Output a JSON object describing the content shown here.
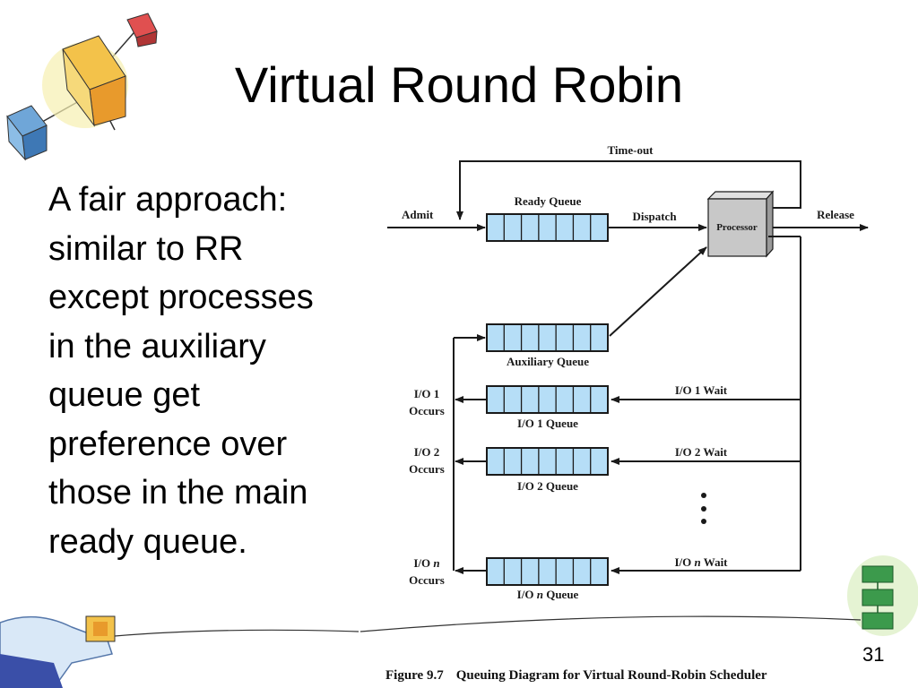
{
  "slide": {
    "title": "Virtual Round Robin",
    "body_lines": [
      "A fair approach:",
      "similar to RR",
      "except processes",
      "in the auxiliary",
      "queue get",
      "preference over",
      "those in the main",
      "ready queue."
    ],
    "slide_number": "31"
  },
  "diagram": {
    "time_out": "Time-out",
    "admit": "Admit",
    "ready_queue": "Ready Queue",
    "dispatch": "Dispatch",
    "processor": "Processor",
    "release": "Release",
    "auxiliary_queue": "Auxiliary Queue",
    "io1_occurs_1": "I/O 1",
    "io1_occurs_2": "Occurs",
    "io1_queue": "I/O 1 Queue",
    "io1_wait": "I/O 1 Wait",
    "io2_occurs_1": "I/O 2",
    "io2_occurs_2": "Occurs",
    "io2_queue": "I/O 2 Queue",
    "io2_wait": "I/O 2 Wait",
    "ion_occurs_prefix": "I/O",
    "ion_occurs_n": "n",
    "ion_occurs_2": "Occurs",
    "ion_queue_prefix": "I/O",
    "ion_queue_n": "n",
    "ion_queue_suffix": "Queue",
    "ion_wait_prefix": "I/O",
    "ion_wait_n": "n",
    "ion_wait_suffix": "Wait",
    "queue_fill": "#b6def7",
    "processor_fill": "#c8c8c8"
  },
  "caption": {
    "number": "Figure 9.7",
    "text": "Queuing Diagram for Virtual Round-Robin Scheduler"
  }
}
